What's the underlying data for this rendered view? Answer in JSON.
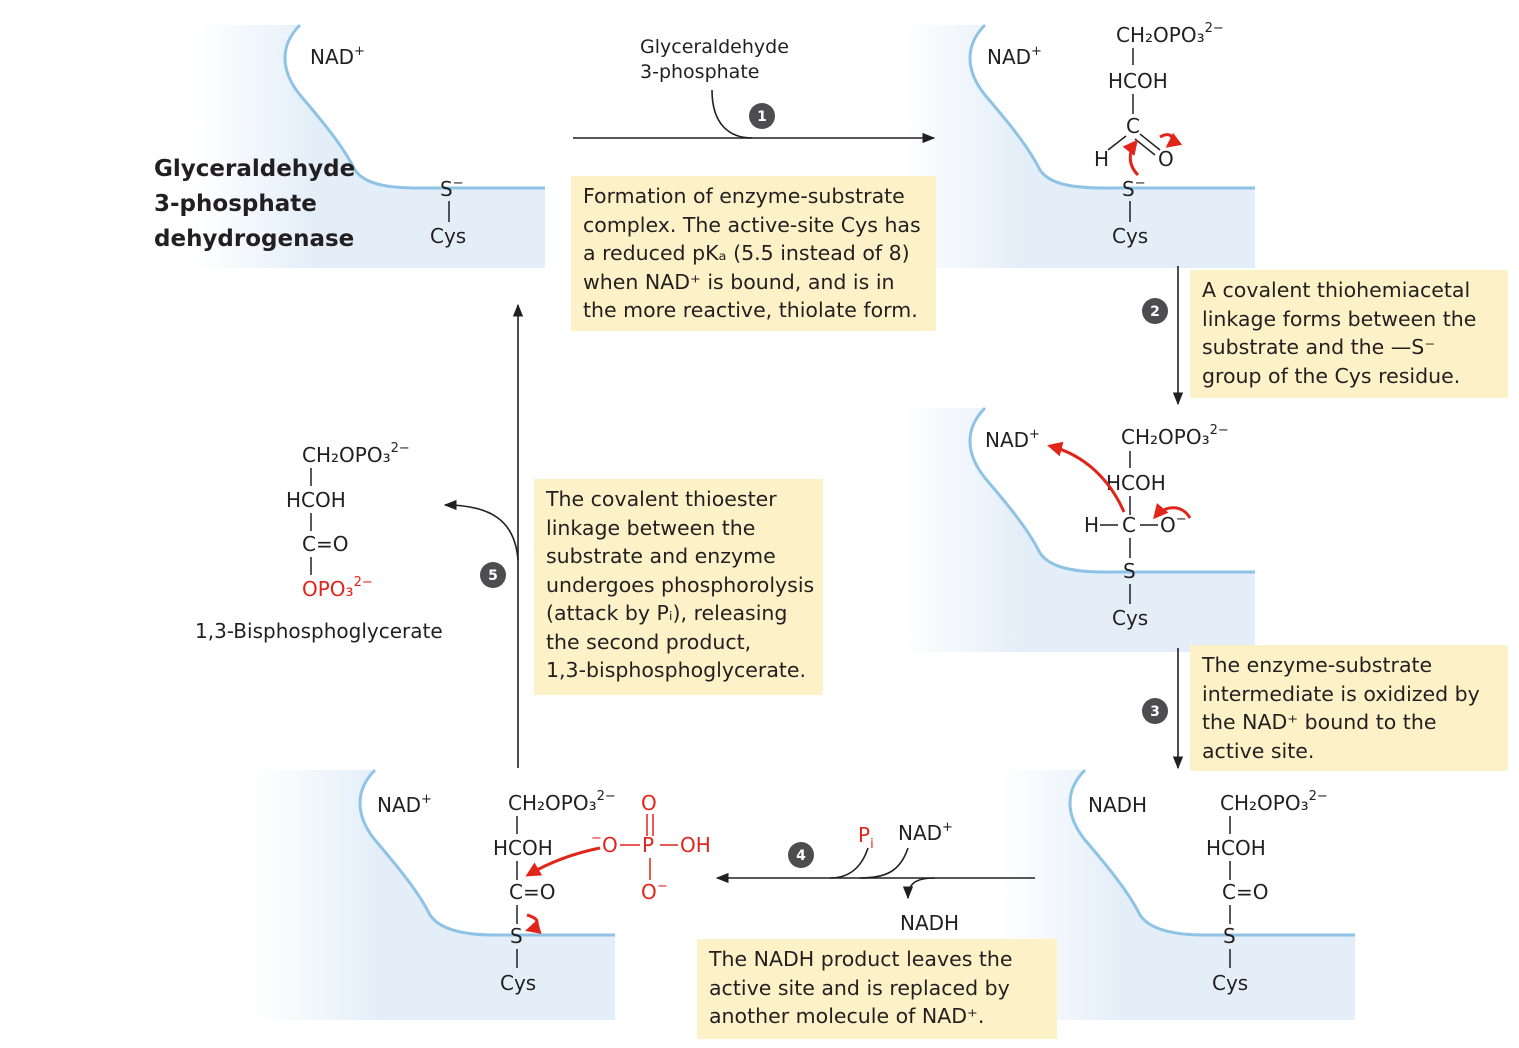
{
  "title_lines": [
    "Glyceraldehyde",
    "3-phosphate",
    "dehydrogenase"
  ],
  "labels": {
    "nad": "NAD",
    "nadh": "NADH",
    "cys": "Cys",
    "s": "S",
    "h": "H",
    "o": "O",
    "oh": "OH",
    "p": "P",
    "pi": "P",
    "pi_sub": "i",
    "ch2opo3": "CH₂OPO₃",
    "hcoh": "HCOH",
    "c": "C",
    "c_eq_o": "C=O",
    "opo3": "OPO₃",
    "charge_2minus": "2−",
    "charge_minus": "−",
    "charge_plus": "+",
    "substrate_label": [
      "Glyceraldehyde",
      "3-phosphate"
    ],
    "product_label": "1,3-Bisphosphoglycerate"
  },
  "steps": [
    {
      "number": "1",
      "note": [
        "Formation of enzyme-substrate",
        "complex. The active-site Cys has",
        "a reduced pKₐ (5.5 instead of 8)",
        "when NAD⁺ is bound, and is in",
        "the more reactive, thiolate form."
      ]
    },
    {
      "number": "2",
      "note": [
        "A covalent thiohemiacetal",
        "linkage forms between the",
        "substrate and the —S⁻",
        "group of the Cys residue."
      ]
    },
    {
      "number": "3",
      "note": [
        "The enzyme-substrate",
        "intermediate is oxidized by",
        "the NAD⁺ bound to the",
        "active site."
      ]
    },
    {
      "number": "4",
      "note": [
        "The NADH product leaves the",
        "active site and is replaced by",
        "another molecule of NAD⁺."
      ]
    },
    {
      "number": "5",
      "note": [
        "The covalent thioester",
        "linkage between the",
        "substrate and enzyme",
        "undergoes phosphorolysis",
        "(attack by Pᵢ), releasing",
        "the second product,",
        "1,3-bisphosphoglycerate."
      ]
    }
  ],
  "colors": {
    "enzyme_fill": "#e2eef8",
    "enzyme_edge": "#8ec3e6",
    "note_fill": "#fdf1c7",
    "step_badge": "#4d4d4f",
    "red": "#e1251b",
    "text": "#231f20"
  }
}
